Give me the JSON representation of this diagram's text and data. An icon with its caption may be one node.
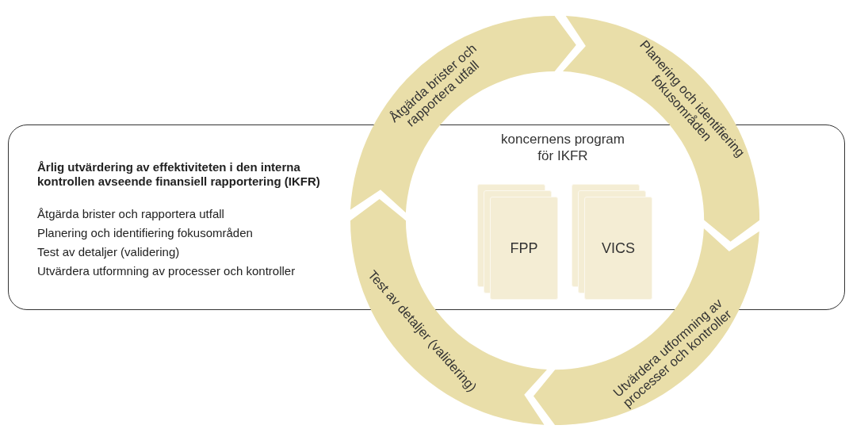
{
  "diagram": {
    "nodes": [
      {
        "text": [
          "Årlig utvärdering av effektiviteten i den interna kontrollen avseende finansiell rapportering (IKFR)",
          "Åtgärda brister och rapportera utfall",
          "Planering och identifiering fokusområden",
          "Test av detaljer (validering)",
          "Utvärdera utformning av processer och kontroller"
        ]
      },
      {
        "text": [
          "Åtgärda brister och rapportera utfall"
        ]
      },
      {
        "text": [
          "Planering och identifiering fokusområden"
        ]
      },
      {
        "text": [
          "Utvärdera utformning av processer och kontroller"
        ]
      },
      {
        "text": [
          "Test av detaljer (validering)"
        ]
      },
      {
        "text": [
          "FPP"
        ],
        "in": 0
      },
      {
        "text": [
          "VICS"
        ],
        "in": 0
      }
    ],
    "labels": [
      "koncernens program för IKFR"
    ]
  }
}
